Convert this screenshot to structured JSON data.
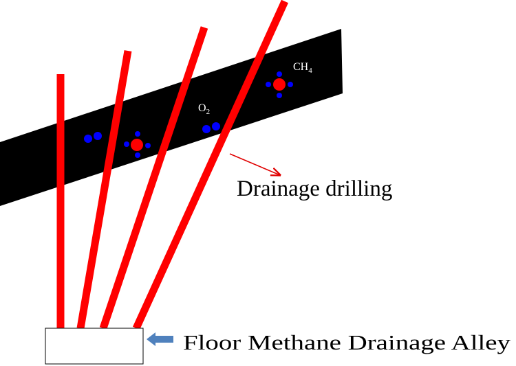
{
  "labels": {
    "drilling": "Drainage drilling",
    "alley": "Floor Methane Drainage Alley",
    "o2_base": "O",
    "o2_sub": "2",
    "ch4_base": "CH",
    "ch4_sub": "4"
  },
  "colors": {
    "background": "#ffffff",
    "coal_seam": "#000000",
    "borehole": "#ff0000",
    "oxygen_atom": "#0000ff",
    "carbon_atom": "#ff0000",
    "hydrogen_atom": "#0000ff",
    "pointer_arrow": "#e00000",
    "alley_arrow": "#4f81bd",
    "alley_fill": "#ffffff",
    "alley_stroke": "#000000",
    "label_light": "#ffffff",
    "label_dark": "#000000"
  }
}
